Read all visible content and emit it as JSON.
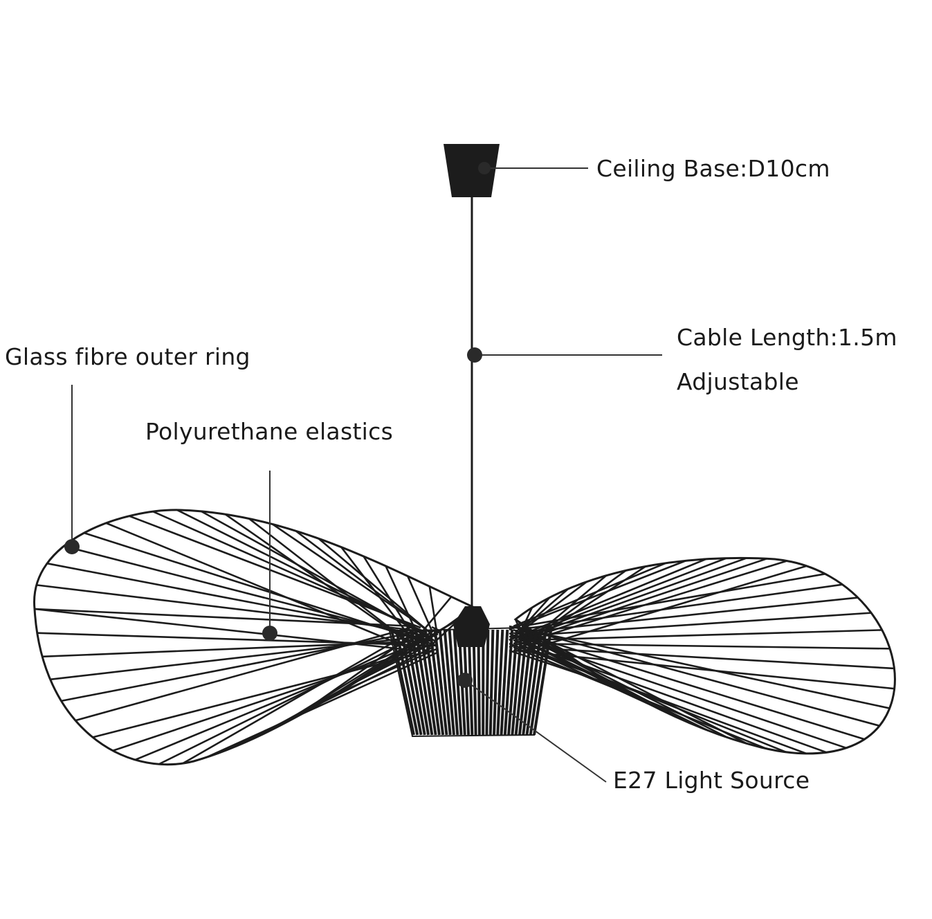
{
  "annotations": {
    "ceiling_base": "Ceiling Base:D10cm",
    "cable_length": "Cable Length:1.5m",
    "cable_adjustable": "Adjustable",
    "outer_ring": "Glass fibre outer ring",
    "elastics": "Polyurethane elastics",
    "light_source": "E27 Light Source"
  },
  "colors": {
    "ink": "#1a1a1a",
    "background": "#ffffff"
  }
}
